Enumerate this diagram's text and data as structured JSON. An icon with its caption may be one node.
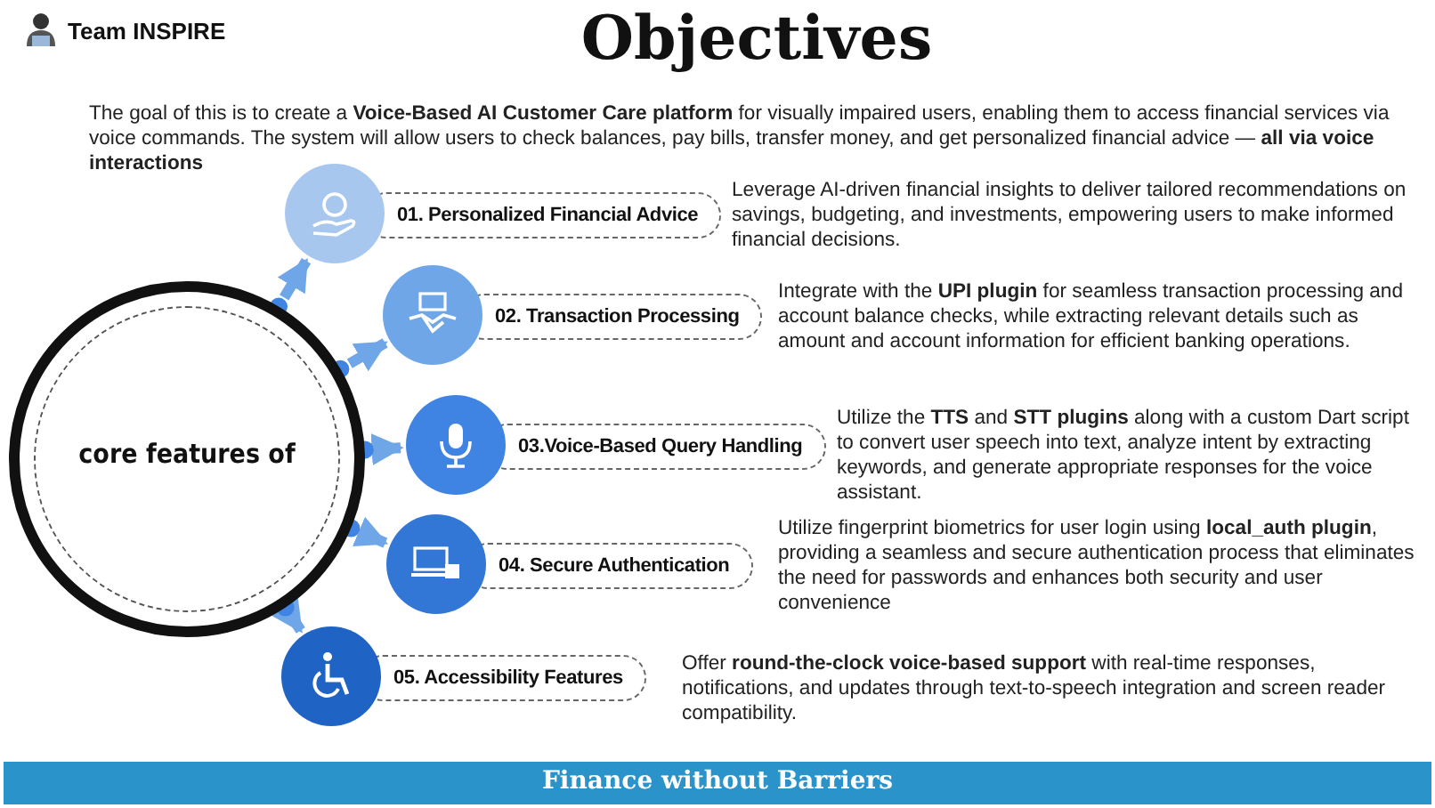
{
  "diagram": {
    "title": "Objectives",
    "nodes": [
      {
        "text": [
          "core features of"
        ]
      },
      {
        "text": [
          "01. Personalized Financial Advice"
        ],
        "beside": [
          "Leverage AI-driven financial insights to deliver tailored recommendations on savings, budgeting, and investments, empowering users to make informed financial decisions."
        ]
      },
      {
        "text": [
          "02. Transaction Processing"
        ],
        "beside": [
          "Integrate with the **UPI plugin** for seamless transaction processing and account balance checks, while extracting relevant details such as amount and account information for efficient banking operations."
        ]
      },
      {
        "text": [
          "03.Voice-Based Query Handling"
        ],
        "beside": [
          "Utilize the **TTS** and **STT plugins** along with a custom Dart script to convert user speech into text, analyze intent by extracting keywords, and generate appropriate responses for the voice assistant."
        ]
      },
      {
        "text": [
          "04. Secure Authentication"
        ],
        "beside": [
          "Utilize fingerprint biometrics for user login using **local_auth plugin**, providing a seamless and secure authentication process that eliminates the need for passwords and enhances both security and user convenience"
        ]
      },
      {
        "text": [
          "05.  Accessibility Features"
        ],
        "beside": [
          "Offer **round-the-clock voice-based support** with real-time responses, notifications, and updates through text-to-speech integration and screen reader compatibility."
        ]
      }
    ],
    "edges": [
      {
        "from": 0,
        "to": 1,
        "arrow": "to"
      },
      {
        "from": 0,
        "to": 2,
        "arrow": "to"
      },
      {
        "from": 0,
        "to": 3,
        "arrow": "to"
      },
      {
        "from": 0,
        "to": 4,
        "arrow": "to"
      },
      {
        "from": 0,
        "to": 5,
        "arrow": "to"
      }
    ],
    "labels": [
      "Team INSPIRE",
      "The goal of this is to create a **Voice-Based AI Customer Care platform** for visually impaired users, enabling them to access financial services via voice commands. The system will allow users to check balances, pay bills, transfer money, and get personalized financial advice — **all via voice interactions**",
      "Finance without Barriers"
    ]
  }
}
